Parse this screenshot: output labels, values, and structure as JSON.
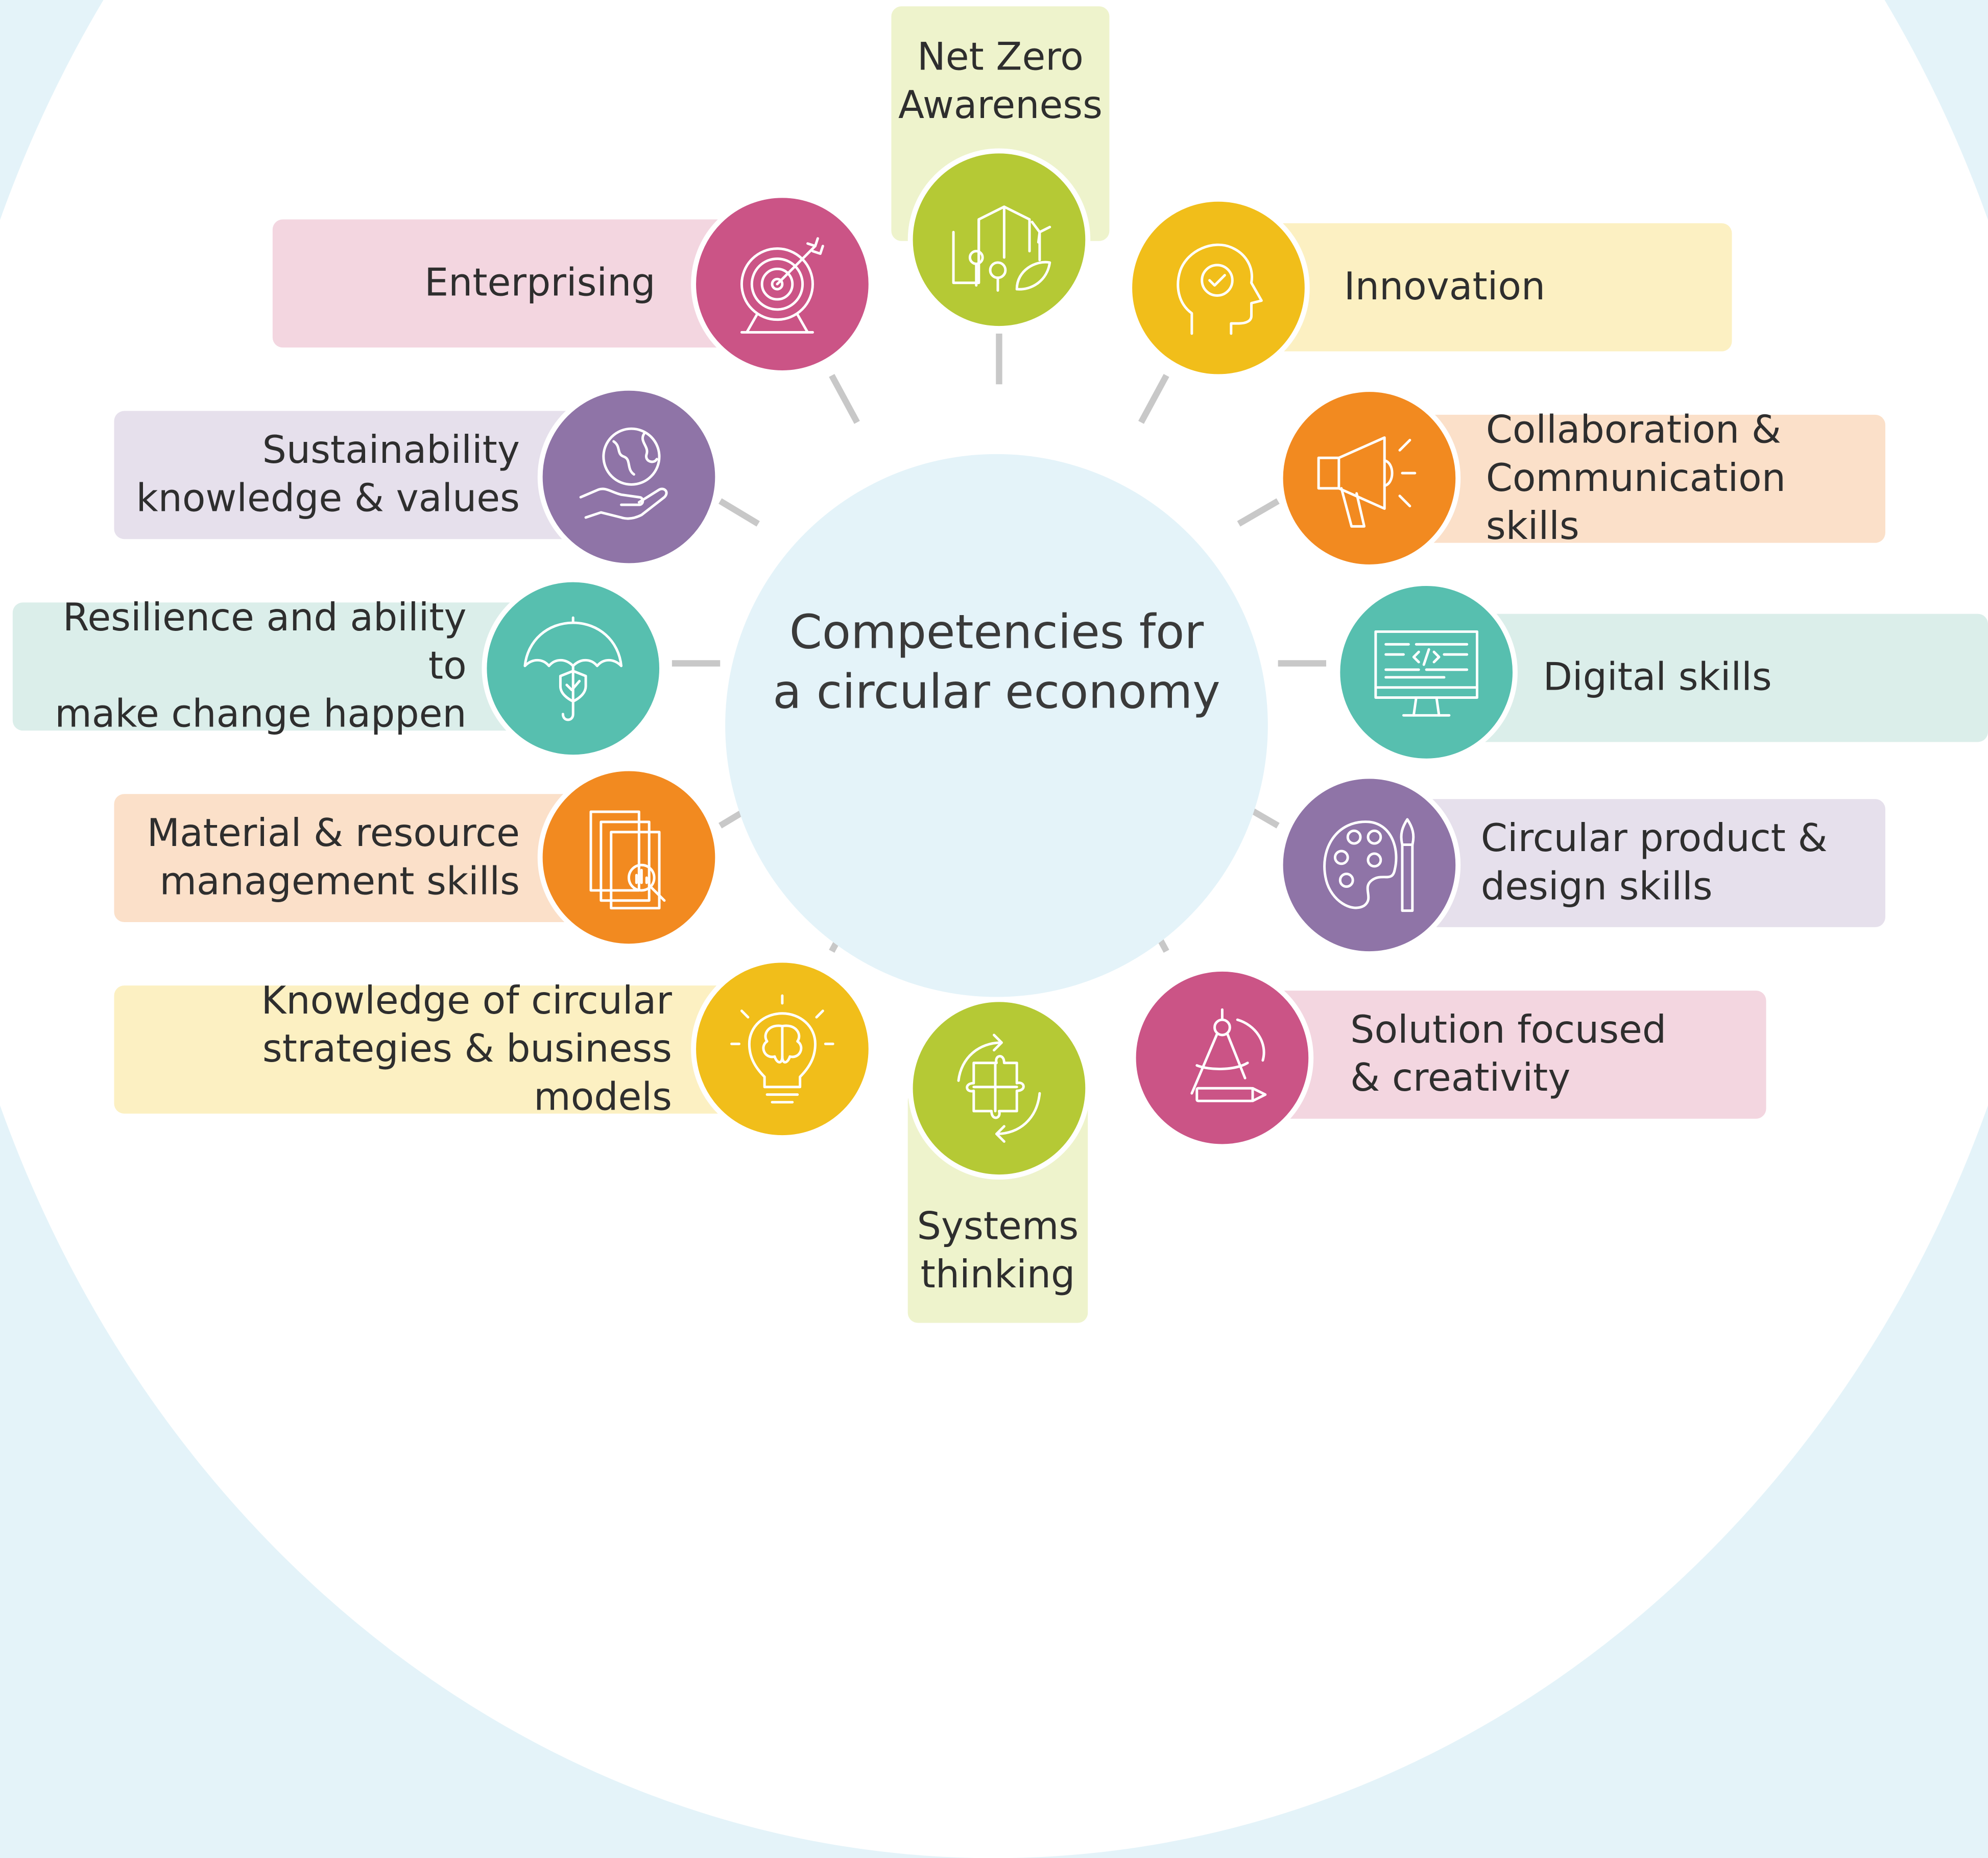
{
  "diagram": {
    "center_title": "Competencies for\na circular economy",
    "competencies": [
      {
        "id": "net-zero",
        "label": "Net Zero\nAwareness",
        "icon": "city-leaf-icon",
        "circle_color": "#b5c935",
        "box_color": "#eef3cc"
      },
      {
        "id": "innovation",
        "label": "Innovation",
        "icon": "head-check-icon",
        "circle_color": "#f1be1a",
        "box_color": "#fcf0c2"
      },
      {
        "id": "collaboration",
        "label": "Collaboration &\nCommunication skills",
        "icon": "megaphone-icon",
        "circle_color": "#f28a20",
        "box_color": "#fbe0c9"
      },
      {
        "id": "digital",
        "label": "Digital skills",
        "icon": "computer-code-icon",
        "circle_color": "#57bfaf",
        "box_color": "#dbeeea"
      },
      {
        "id": "circular-product",
        "label": "Circular product &\ndesign skills",
        "icon": "palette-brush-icon",
        "circle_color": "#8f74a7",
        "box_color": "#e6e0ec"
      },
      {
        "id": "solution",
        "label": "Solution focused\n& creativity",
        "icon": "compass-pencil-icon",
        "circle_color": "#cb5486",
        "box_color": "#f3d6e0"
      },
      {
        "id": "systems",
        "label": "Systems\nthinking",
        "icon": "puzzle-cycle-icon",
        "circle_color": "#b5c935",
        "box_color": "#eef3cc"
      },
      {
        "id": "knowledge",
        "label": "Knowledge of circular\nstrategies & business models",
        "icon": "lightbulb-brain-icon",
        "circle_color": "#f1be1a",
        "box_color": "#fcf0c2"
      },
      {
        "id": "material",
        "label": "Material & resource\nmanagement skills",
        "icon": "documents-magnifier-icon",
        "circle_color": "#f28a20",
        "box_color": "#fbe0c9"
      },
      {
        "id": "resilience",
        "label": "Resilience and ability to\nmake change happen",
        "icon": "umbrella-shield-icon",
        "circle_color": "#57bfaf",
        "box_color": "#dbeeea"
      },
      {
        "id": "sustainability",
        "label": "Sustainability\nknowledge & values",
        "icon": "globe-hand-icon",
        "circle_color": "#8f74a7",
        "box_color": "#e6e0ec"
      },
      {
        "id": "enterprising",
        "label": "Enterprising",
        "icon": "target-arrow-icon",
        "circle_color": "#cb5486",
        "box_color": "#f3d6e0"
      }
    ],
    "colors": {
      "background": "#e4f3f9",
      "ring": "#ffffff",
      "connector": "#c8c8c8",
      "icon_stroke": "#ffffff"
    }
  }
}
